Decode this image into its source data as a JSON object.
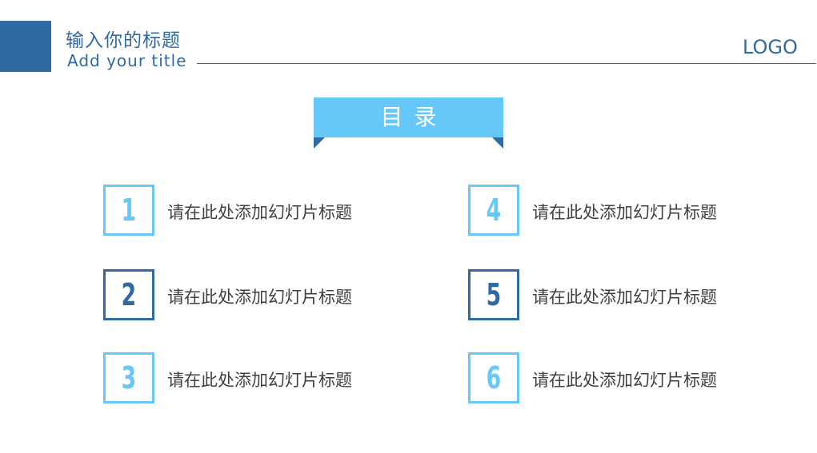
{
  "header": {
    "title_cn": "输入你的标题",
    "title_en": "Add your title",
    "logo": "LOGO"
  },
  "banner": {
    "label": "目录"
  },
  "items": [
    {
      "number": "1",
      "label": "请在此处添加幻灯片标题",
      "style": "light"
    },
    {
      "number": "2",
      "label": "请在此处添加幻灯片标题",
      "style": "dark"
    },
    {
      "number": "3",
      "label": "请在此处添加幻灯片标题",
      "style": "light"
    },
    {
      "number": "4",
      "label": "请在此处添加幻灯片标题",
      "style": "light"
    },
    {
      "number": "5",
      "label": "请在此处添加幻灯片标题",
      "style": "dark"
    },
    {
      "number": "6",
      "label": "请在此处添加幻灯片标题",
      "style": "light"
    }
  ],
  "colors": {
    "primary": "#2f6aa3",
    "accent": "#66c8f8",
    "text": "#404040"
  }
}
